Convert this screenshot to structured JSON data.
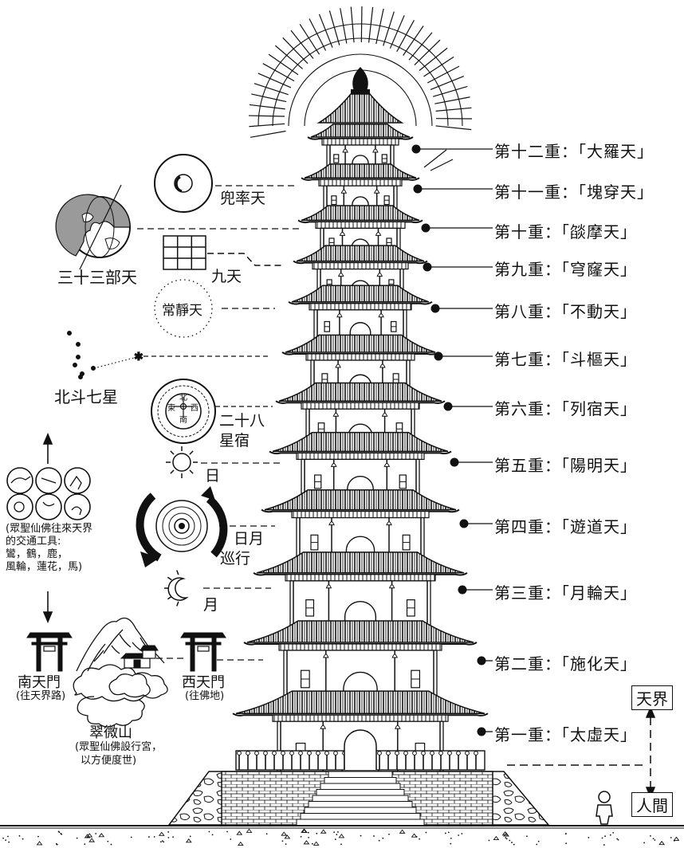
{
  "levels": [
    {
      "label": "第十二重：「大羅天」"
    },
    {
      "label": "第十一重：「塊穿天」"
    },
    {
      "label": "第十重：「燄摩天」"
    },
    {
      "label": "第九重：「穹窿天」"
    },
    {
      "label": "第八重：「不動天」"
    },
    {
      "label": "第七重：「斗樞天」"
    },
    {
      "label": "第六重：「列宿天」"
    },
    {
      "label": "第五重：「陽明天」"
    },
    {
      "label": "第四重：「遊道天」"
    },
    {
      "label": "第三重：「月輪天」"
    },
    {
      "label": "第二重：「施化天」"
    },
    {
      "label": "第一重：「太虛天」"
    }
  ],
  "heavens": {
    "doushuai": "兜率天",
    "sanshisan": "三十三部天",
    "jiutian": "九天",
    "changjing": "常靜天",
    "beidou": "北斗七星",
    "ershiba_1": "二十八",
    "ershiba_2": "星宿",
    "sun": "日",
    "riyue_1": "日月",
    "riyue_2": "巡行",
    "moon": "月"
  },
  "compass": {
    "north": "北",
    "east": "東",
    "west": "西",
    "south": "南"
  },
  "transport_note": [
    "(眾聖仙佛往來天界",
    "的交通工具:",
    "鸞，鶴，鹿，",
    "風輪，蓮花，馬)"
  ],
  "gates": {
    "south_name": "南天門",
    "south_note": "(往天界路)",
    "west_name": "西天門",
    "west_note": "(往佛地)"
  },
  "mountain": {
    "name": "翠微山",
    "note_1": "(眾聖仙佛設行宮，",
    "note_2": "以方便度世)"
  },
  "realms": {
    "heaven": "天界",
    "human": "人間"
  },
  "colors": {
    "ink": "#111111",
    "globe_shade": "#9a9a9a",
    "paper": "#ffffff"
  }
}
